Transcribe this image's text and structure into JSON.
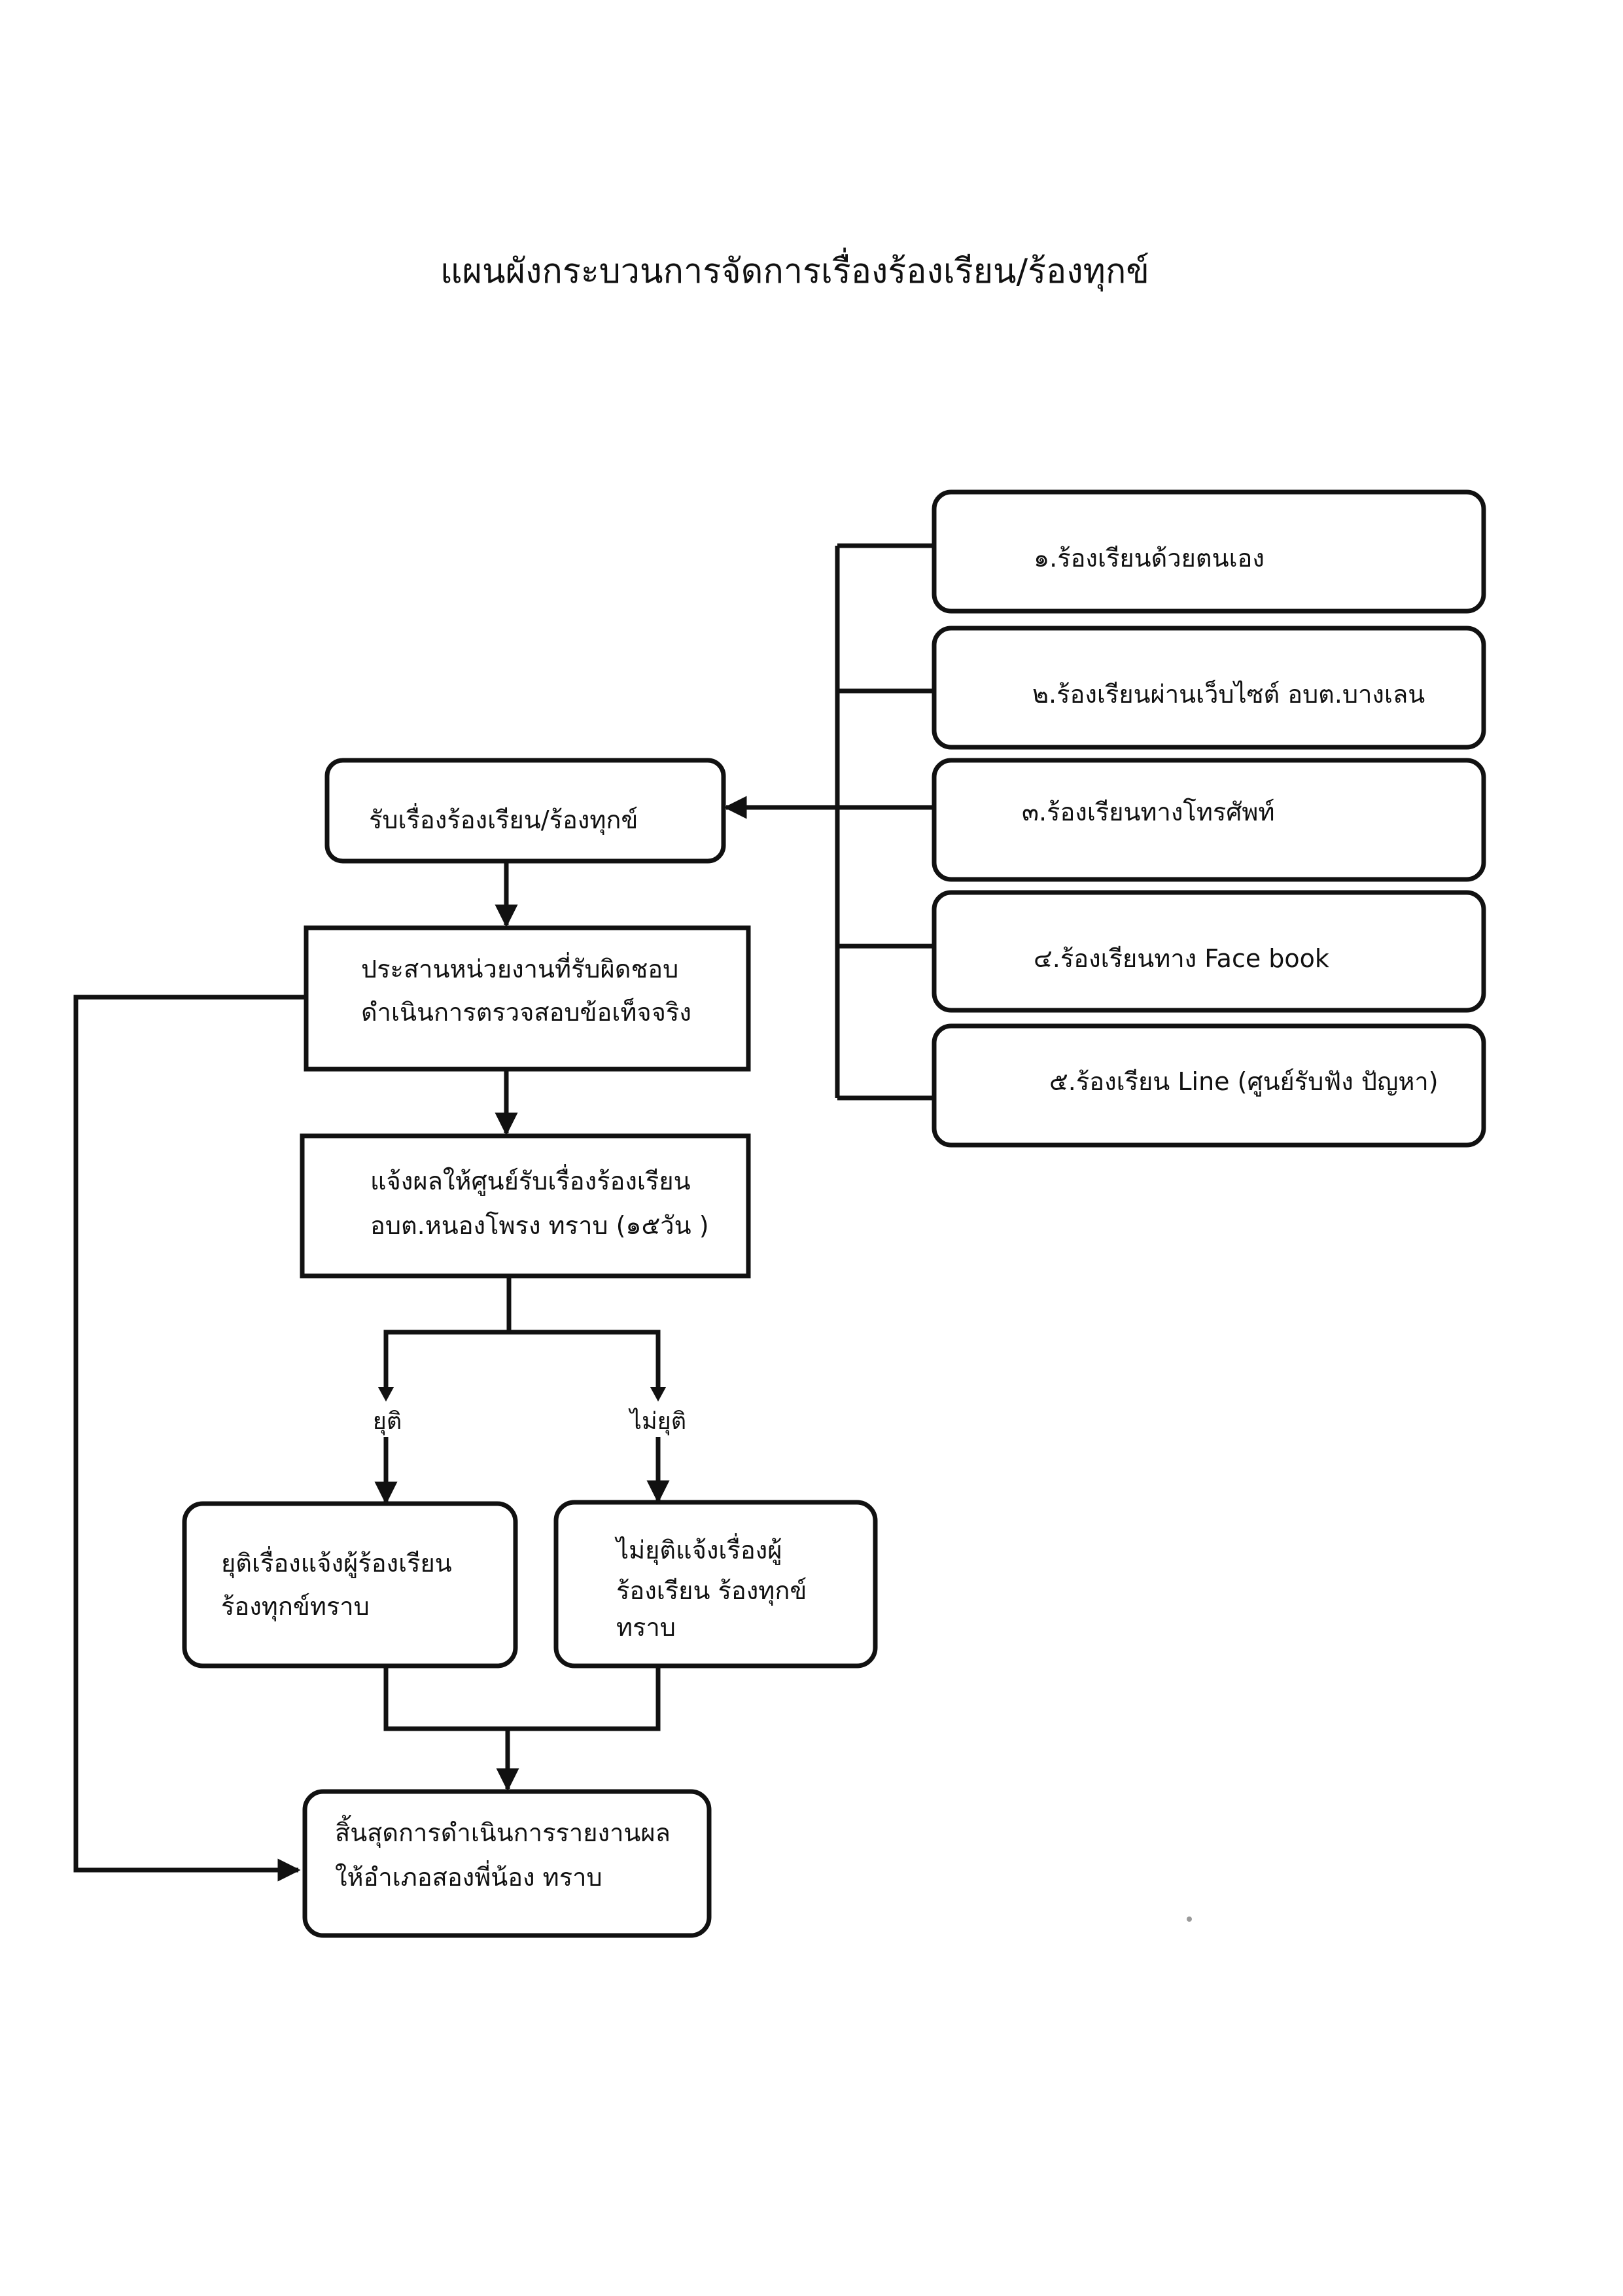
{
  "title": "แผนผังกระบวนการจัดการเรื่องร้องเรียน/ร้องทุกข์",
  "channels": [
    "๑.ร้องเรียนด้วยตนเอง",
    "๒.ร้องเรียนผ่านเว็บไซต์ อบต.บางเลน",
    "๓.ร้องเรียนทางโทรศัพท์",
    "๔.ร้องเรียนทาง Face book",
    "๕.ร้องเรียน Line (ศูนย์รับฟัง ปัญหา)"
  ],
  "receive": "รับเรื่องร้องเรียน/ร้องทุกข์",
  "coordinate": [
    "ประสานหน่วยงานที่รับผิดชอบ",
    "ดำเนินการตรวจสอบข้อเท็จจริง"
  ],
  "notify": [
    "แจ้งผลให้ศูนย์รับเรื่องร้องเรียน",
    "อบต.หนองโพรง ทราบ (๑๕วัน )"
  ],
  "branches": {
    "resolved": "ยุติ",
    "unresolved": "ไม่ยุติ"
  },
  "resolved_box": [
    "ยุติเรื่องแจ้งผู้ร้องเรียน",
    "ร้องทุกข์ทราบ"
  ],
  "unresolved_box": [
    "ไม่ยุติแจ้งเรื่องผู้",
    "ร้องเรียน ร้องทุกข์",
    "ทราบ"
  ],
  "end": [
    "สิ้นสุดการดำเนินการรายงานผล",
    "ให้อำเภอสองพี่น้อง ทราบ"
  ]
}
